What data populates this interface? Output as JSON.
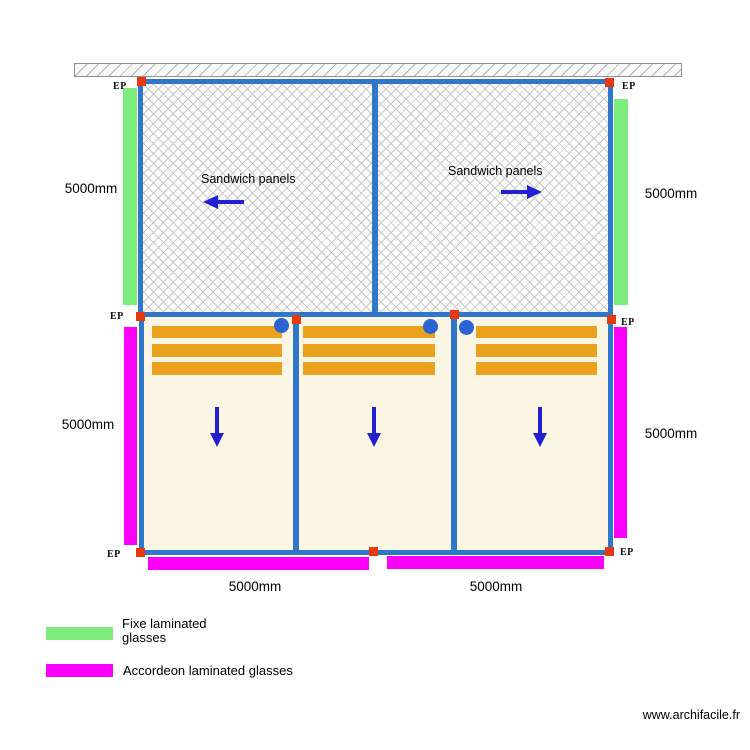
{
  "watermark": "www.archifacile.fr",
  "corner_label": "EP",
  "dimensions": {
    "left_top": "5000mm",
    "right_top": "5000mm",
    "left_bottom": "5000mm",
    "right_bottom": "5000mm",
    "bottom_left": "5000mm",
    "bottom_right": "5000mm"
  },
  "sandwich_section": {
    "panels": [
      {
        "label": "Sandwich panels",
        "arrow_direction": "left"
      },
      {
        "label": "Sandwich panels",
        "arrow_direction": "right"
      }
    ]
  },
  "accordeon_section": {
    "panels": [
      {
        "slats": 3,
        "hinge_side": "right",
        "arrow_direction": "down"
      },
      {
        "slats": 3,
        "hinge_side": "right",
        "arrow_direction": "down"
      },
      {
        "slats": 3,
        "hinge_side": "left",
        "arrow_direction": "down"
      }
    ]
  },
  "legend": {
    "items": [
      {
        "label": "Fixe laminated glasses",
        "color": "#7ded7d"
      },
      {
        "label": "Accordeon laminated glasses",
        "color": "#fb00fb"
      }
    ]
  },
  "colors": {
    "structure_blue": "#2e77c9",
    "arrow_blue": "#2020d0",
    "hinge_blue": "#2a63d4",
    "connector_red": "#e8380e",
    "slat_orange": "#eaa11d",
    "floor_beige": "#fbf5e3",
    "fixed_glass_green": "#7ded7d",
    "accordeon_magenta": "#fb00fb",
    "hatch_gray": "#c9c9c9"
  }
}
